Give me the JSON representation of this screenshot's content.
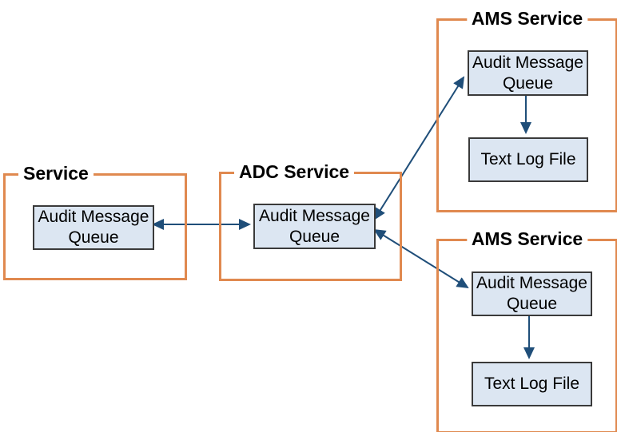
{
  "colors": {
    "container_border": "#E0894F",
    "node_fill": "#DCE6F2",
    "node_border": "#3A3A3A",
    "arrow": "#1F4E79",
    "text": "#000000"
  },
  "service": {
    "title": "Service",
    "queue": "Audit Message Queue"
  },
  "adc": {
    "title": "ADC Service",
    "queue": "Audit Message Queue"
  },
  "ams_top": {
    "title": "AMS Service",
    "queue": "Audit Message Queue",
    "log": "Text Log File"
  },
  "ams_bottom": {
    "title": "AMS Service",
    "queue": "Audit Message Queue",
    "log": "Text Log File"
  }
}
